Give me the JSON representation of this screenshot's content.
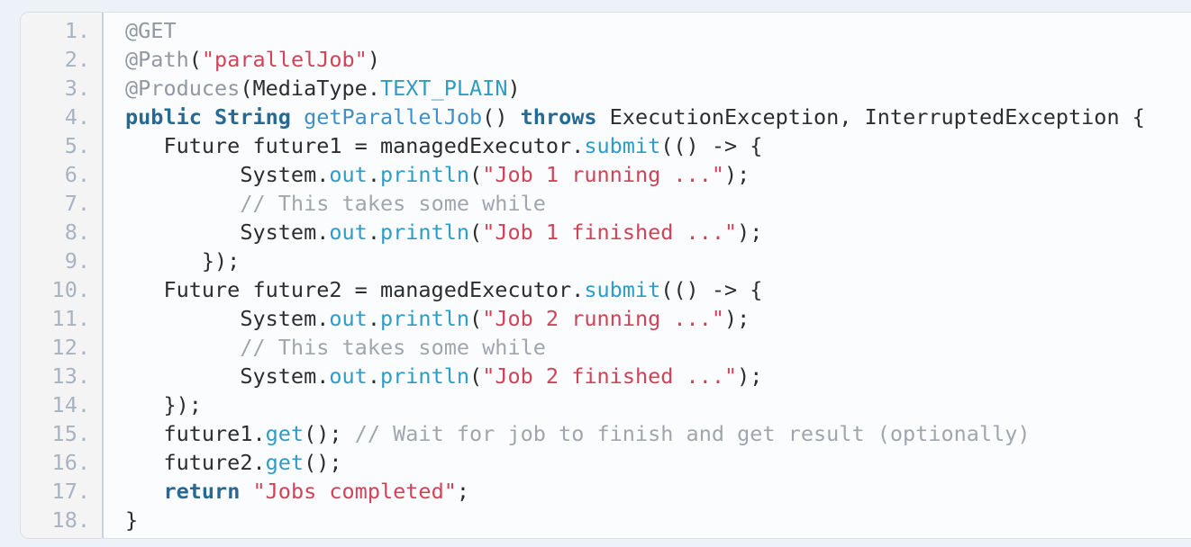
{
  "page": {
    "background": "#ecf2f8"
  },
  "code_block": {
    "language": "java",
    "colors": {
      "code_background": "#fbfcfe",
      "gutter_background": "#f4f4f5",
      "separator": "#ccd3da",
      "border": "#dbe0e6",
      "line_number": "#a9b2c1",
      "plain": "#2b2e31",
      "keyword": "#266a94",
      "function": "#3f8fc5",
      "member": "#2f9cc4",
      "string": "#d24357",
      "comment": "#a0a6ad",
      "annotation": "#9198a1"
    },
    "lines": [
      {
        "num": "1.",
        "segments": [
          {
            "type": "annotation",
            "text": "@GET"
          }
        ]
      },
      {
        "num": "2.",
        "segments": [
          {
            "type": "annotation",
            "text": "@Path"
          },
          {
            "type": "plain",
            "text": "("
          },
          {
            "type": "string",
            "text": "\"parallelJob\""
          },
          {
            "type": "plain",
            "text": ")"
          }
        ]
      },
      {
        "num": "3.",
        "segments": [
          {
            "type": "annotation",
            "text": "@Produces"
          },
          {
            "type": "plain",
            "text": "(MediaType."
          },
          {
            "type": "member",
            "text": "TEXT_PLAIN"
          },
          {
            "type": "plain",
            "text": ")"
          }
        ]
      },
      {
        "num": "4.",
        "segments": [
          {
            "type": "keyword",
            "text": "public String"
          },
          {
            "type": "plain",
            "text": " "
          },
          {
            "type": "function",
            "text": "getParallelJob"
          },
          {
            "type": "plain",
            "text": "() "
          },
          {
            "type": "keyword",
            "text": "throws"
          },
          {
            "type": "plain",
            "text": " ExecutionException, InterruptedException {"
          }
        ]
      },
      {
        "num": "5.",
        "segments": [
          {
            "type": "plain",
            "text": "   Future future1 = managedExecutor."
          },
          {
            "type": "member",
            "text": "submit"
          },
          {
            "type": "plain",
            "text": "(() -> {"
          }
        ]
      },
      {
        "num": "6.",
        "segments": [
          {
            "type": "plain",
            "text": "         System."
          },
          {
            "type": "member",
            "text": "out"
          },
          {
            "type": "plain",
            "text": "."
          },
          {
            "type": "member",
            "text": "println"
          },
          {
            "type": "plain",
            "text": "("
          },
          {
            "type": "string",
            "text": "\"Job 1 running ...\""
          },
          {
            "type": "plain",
            "text": ");"
          }
        ]
      },
      {
        "num": "7.",
        "segments": [
          {
            "type": "plain",
            "text": "         "
          },
          {
            "type": "comment",
            "text": "// This takes some while"
          }
        ]
      },
      {
        "num": "8.",
        "segments": [
          {
            "type": "plain",
            "text": "         System."
          },
          {
            "type": "member",
            "text": "out"
          },
          {
            "type": "plain",
            "text": "."
          },
          {
            "type": "member",
            "text": "println"
          },
          {
            "type": "plain",
            "text": "("
          },
          {
            "type": "string",
            "text": "\"Job 1 finished ...\""
          },
          {
            "type": "plain",
            "text": ");"
          }
        ]
      },
      {
        "num": "9.",
        "segments": [
          {
            "type": "plain",
            "text": "      });"
          }
        ]
      },
      {
        "num": "10.",
        "segments": [
          {
            "type": "plain",
            "text": "   Future future2 = managedExecutor."
          },
          {
            "type": "member",
            "text": "submit"
          },
          {
            "type": "plain",
            "text": "(() -> {"
          }
        ]
      },
      {
        "num": "11.",
        "segments": [
          {
            "type": "plain",
            "text": "         System."
          },
          {
            "type": "member",
            "text": "out"
          },
          {
            "type": "plain",
            "text": "."
          },
          {
            "type": "member",
            "text": "println"
          },
          {
            "type": "plain",
            "text": "("
          },
          {
            "type": "string",
            "text": "\"Job 2 running ...\""
          },
          {
            "type": "plain",
            "text": ");"
          }
        ]
      },
      {
        "num": "12.",
        "segments": [
          {
            "type": "plain",
            "text": "         "
          },
          {
            "type": "comment",
            "text": "// This takes some while"
          }
        ]
      },
      {
        "num": "13.",
        "segments": [
          {
            "type": "plain",
            "text": "         System."
          },
          {
            "type": "member",
            "text": "out"
          },
          {
            "type": "plain",
            "text": "."
          },
          {
            "type": "member",
            "text": "println"
          },
          {
            "type": "plain",
            "text": "("
          },
          {
            "type": "string",
            "text": "\"Job 2 finished ...\""
          },
          {
            "type": "plain",
            "text": ");"
          }
        ]
      },
      {
        "num": "14.",
        "segments": [
          {
            "type": "plain",
            "text": "   });"
          }
        ]
      },
      {
        "num": "15.",
        "segments": [
          {
            "type": "plain",
            "text": "   future1."
          },
          {
            "type": "member",
            "text": "get"
          },
          {
            "type": "plain",
            "text": "(); "
          },
          {
            "type": "comment",
            "text": "// Wait for job to finish and get result (optionally)"
          }
        ]
      },
      {
        "num": "16.",
        "segments": [
          {
            "type": "plain",
            "text": "   future2."
          },
          {
            "type": "member",
            "text": "get"
          },
          {
            "type": "plain",
            "text": "();"
          }
        ]
      },
      {
        "num": "17.",
        "segments": [
          {
            "type": "plain",
            "text": "   "
          },
          {
            "type": "keyword",
            "text": "return"
          },
          {
            "type": "plain",
            "text": " "
          },
          {
            "type": "string",
            "text": "\"Jobs completed\""
          },
          {
            "type": "plain",
            "text": ";"
          }
        ]
      },
      {
        "num": "18.",
        "segments": [
          {
            "type": "plain",
            "text": "}"
          }
        ]
      }
    ]
  }
}
